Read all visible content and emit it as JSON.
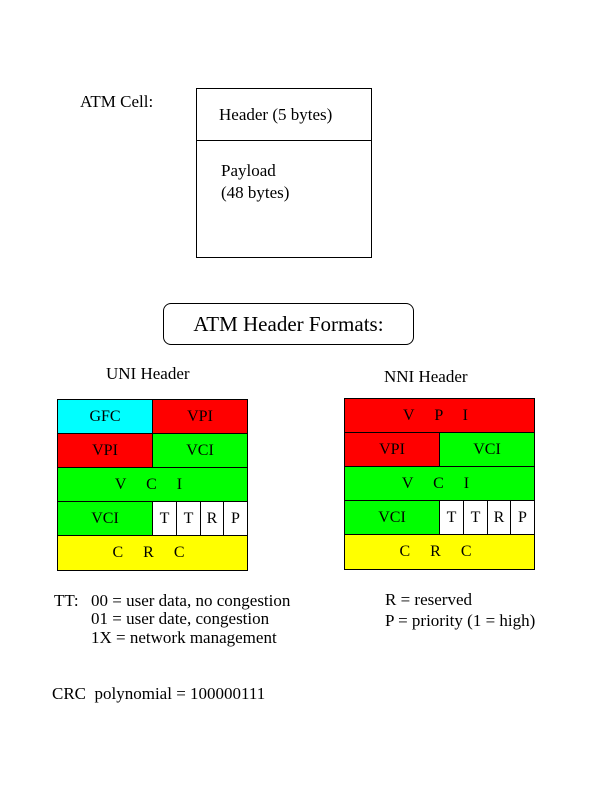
{
  "cell": {
    "label": "ATM Cell:",
    "header": "Header (5 bytes)",
    "payload_line1": "Payload",
    "payload_line2": "(48 bytes)"
  },
  "formats_title": "ATM Header Formats:",
  "uni": {
    "title": "UNI Header",
    "gfc": "GFC",
    "vpi_top": "VPI",
    "vpi": "VPI",
    "vci_right": "VCI",
    "vci_full": "V C I",
    "vci_left": "VCI",
    "t1": "T",
    "t2": "T",
    "r": "R",
    "p": "P",
    "crc": "C R C"
  },
  "nni": {
    "title": "NNI Header",
    "vpi_full": "V P I",
    "vpi": "VPI",
    "vci_right": "VCI",
    "vci_full": "V C I",
    "vci_left": "VCI",
    "t1": "T",
    "t2": "T",
    "r": "R",
    "p": "P",
    "crc": "C R C"
  },
  "notes": {
    "tt_label": "TT:",
    "tt_line1": "00 = user data, no congestion",
    "tt_line2": "01 = user date, congestion",
    "tt_line3": "1X = network management",
    "r_note": "R = reserved",
    "p_note": "P = priority (1 = high)",
    "crc_poly": "CRC  polynomial = 100000111"
  },
  "colors": {
    "vpi": "#ff0000",
    "vci": "#00ff00",
    "gfc": "#00ffff",
    "crc": "#ffff00"
  }
}
